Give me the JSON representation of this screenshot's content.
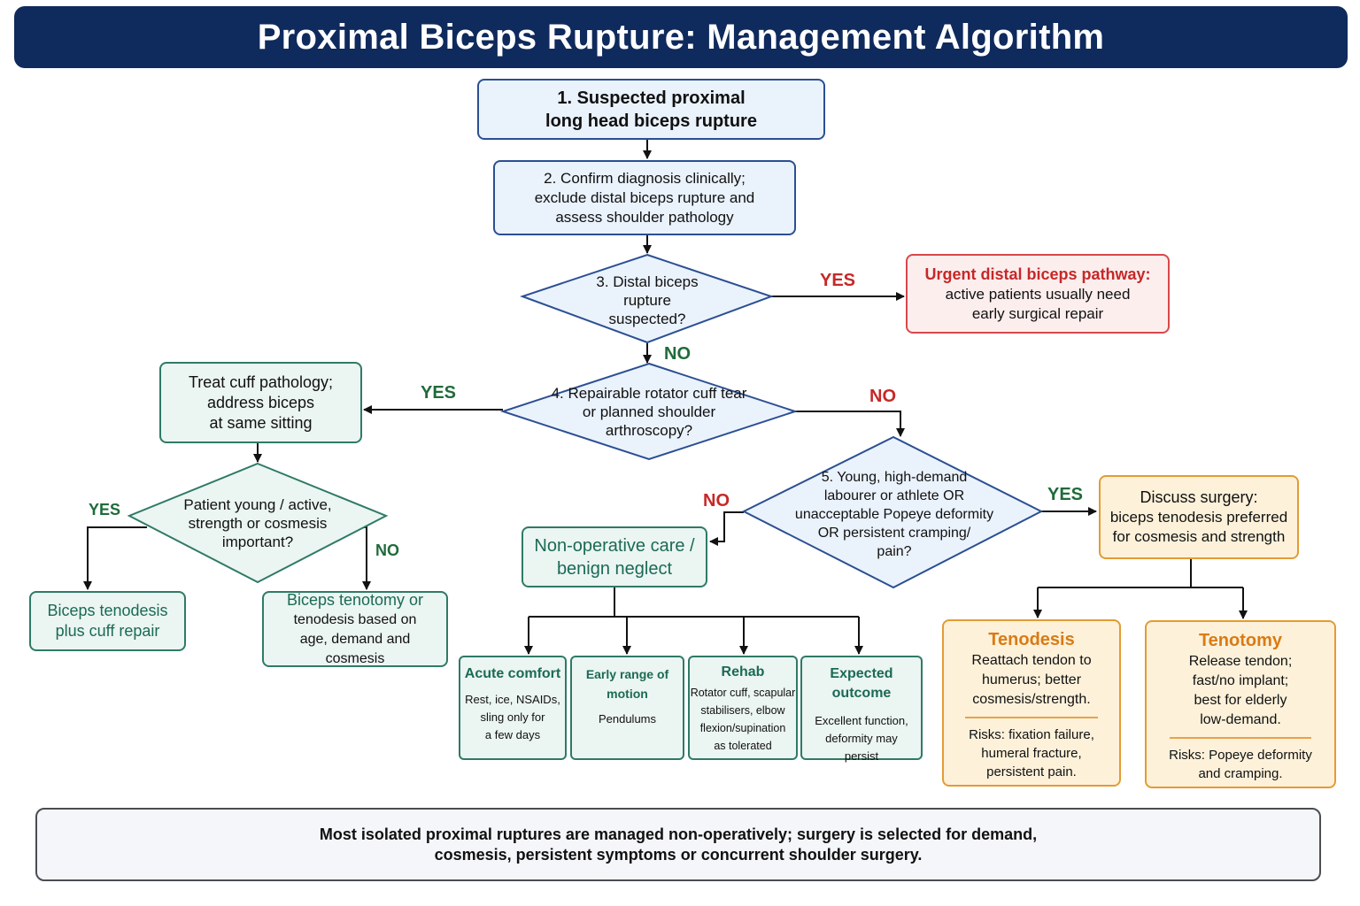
{
  "title": "Proximal Biceps Rupture: Management Algorithm",
  "colors": {
    "title_bg": "#0f2a5c",
    "blue": "#2b4f92",
    "red": "#d8474a",
    "green": "#2f7a66",
    "orange": "#e49b34",
    "yes_label_red": "#c62828",
    "label_green": "#1f6b3a"
  },
  "nodes": {
    "step1": {
      "line1": "1. Suspected proximal",
      "line2": "long head biceps rupture"
    },
    "step2": {
      "line1": "2. Confirm diagnosis clinically;",
      "line2": "exclude distal biceps rupture and",
      "line3": "assess shoulder pathology"
    },
    "step3": {
      "line1": "3. Distal biceps",
      "line2": "rupture",
      "line3": "suspected?"
    },
    "urgent": {
      "title": "Urgent distal biceps pathway:",
      "line1": "active patients usually need",
      "line2": "early surgical repair"
    },
    "step4": {
      "line1": "4. Repairable rotator cuff tear",
      "line2": "or planned shoulder",
      "line3": "arthroscopy?"
    },
    "treat_cuff": {
      "line1": "Treat cuff pathology;",
      "line2": "address biceps",
      "line3": "at same sitting"
    },
    "patient_young": {
      "line1": "Patient young / active,",
      "line2": "strength or cosmesis",
      "line3": "important?"
    },
    "tenodesis_cuff": {
      "line1": "Biceps tenodesis",
      "line2": "plus cuff repair"
    },
    "tenotomy_or": {
      "line1": "Biceps tenotomy or",
      "line2": "tenodesis based on",
      "line3": "age, demand and cosmesis"
    },
    "step5": {
      "line1": "5. Young, high-demand",
      "line2": "labourer or athlete OR",
      "line3": "unacceptable Popeye deformity",
      "line4": "OR persistent cramping/",
      "line5": "pain?"
    },
    "nonop": {
      "line1": "Non-operative care /",
      "line2": "benign neglect"
    },
    "discuss": {
      "line1": "Discuss surgery:",
      "line2": "biceps tenodesis preferred",
      "line3": "for cosmesis and strength"
    },
    "acute": {
      "title": "Acute comfort",
      "line1": "Rest, ice, NSAIDs,",
      "line2": "sling only for",
      "line3": "a few days"
    },
    "early_rom": {
      "title": "Early range of motion",
      "line1": "Pendulums"
    },
    "rehab": {
      "title": "Rehab",
      "line1": "Rotator cuff, scapular",
      "line2": "stabilisers, elbow",
      "line3": "flexion/supination",
      "line4": "as tolerated"
    },
    "outcome": {
      "title": "Expected outcome",
      "line1": "Excellent function,",
      "line2": "deformity may",
      "line3": "persist"
    },
    "tenodesis": {
      "title": "Tenodesis",
      "line1": "Reattach tendon to",
      "line2": "humerus; better",
      "line3": "cosmesis/strength.",
      "risk1": "Risks: fixation failure,",
      "risk2": "humeral fracture,",
      "risk3": "persistent pain."
    },
    "tenotomy": {
      "title": "Tenotomy",
      "line1": "Release tendon;",
      "line2": "fast/no implant;",
      "line3": "best for elderly",
      "line4": "low-demand.",
      "risk1": "Risks: Popeye deformity",
      "risk2": "and cramping."
    }
  },
  "labels": {
    "yes": "YES",
    "no": "NO"
  },
  "footer": {
    "line1": "Most isolated proximal ruptures are managed non-operatively; surgery is selected for demand,",
    "line2": "cosmesis, persistent symptoms or concurrent shoulder surgery."
  }
}
